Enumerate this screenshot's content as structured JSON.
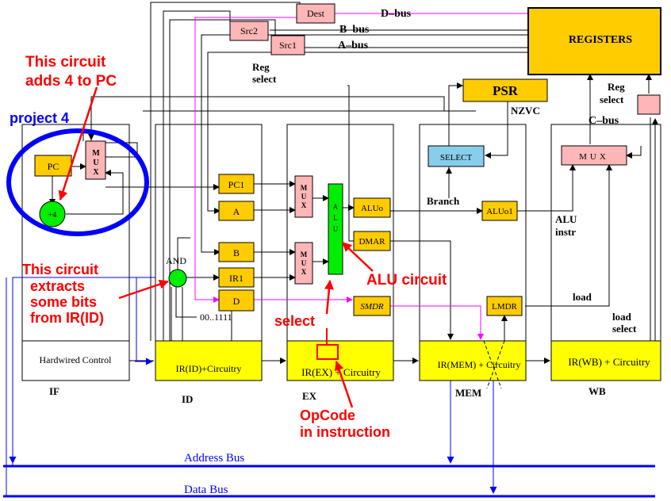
{
  "registers": "REGISTERS",
  "dest": "Dest",
  "src1": "Src1",
  "src2": "Src2",
  "d_bus": "D–bus",
  "b_bus": "B–bus",
  "a_bus": "A–bus",
  "reg_select_top": "Reg",
  "reg_select_bottom": "select",
  "psr": "PSR",
  "nzvc": "NZVC",
  "reg_select_wb_top": "Reg",
  "reg_select_wb_bottom": "select",
  "c_bus": "C–bus",
  "select_box": "SELECT",
  "branch": "Branch",
  "alu_instr_top": "ALU",
  "alu_instr_bottom": "instr",
  "load": "load",
  "load_select_top": "load",
  "load_select_bottom": "select",
  "pc": "PC",
  "plus4": "+4",
  "mux": "MUX",
  "pc1": "PC1",
  "reg_a": "A",
  "reg_b": "B",
  "ir1": "IR1",
  "reg_d": "D",
  "and": "AND",
  "bits": "00..1111",
  "alu": "ALU",
  "aluo": "ALUo",
  "dmar": "DMAR",
  "smdr": "SMDR",
  "aluo1": "ALUo1",
  "lmdr": "LMDR",
  "hardwired": "Hardwired Control",
  "ir_id": "IR(ID)+Circuitry",
  "ir_ex": "IR(EX) + Circuitry",
  "ir_mem": "IR(MEM) + Circuitry",
  "ir_wb": "IR(WB) + Circuitry",
  "stage_if": "IF",
  "stage_id": "ID",
  "stage_ex": "EX",
  "stage_mem": "MEM",
  "stage_wb": "WB",
  "address_bus": "Address Bus",
  "data_bus": "Data Bus",
  "ann_adds_line1": "This circuit",
  "ann_adds_line2": "adds 4 to PC",
  "ann_project": "project 4",
  "ann_extract_line1": "This circuit",
  "ann_extract_line2": "extracts",
  "ann_extract_line3": "some bits",
  "ann_extract_line4": "from IR(ID)",
  "ann_alu_circuit": "ALU circuit",
  "ann_select": "select",
  "ann_opcode_line1": "OpCode",
  "ann_opcode_line2": "in instruction",
  "colors": {
    "yellow": "#FFFF00",
    "gold": "#FFCC00",
    "pink": "#FFB6B6",
    "green": "#00EE00",
    "blue_box": "#87CEEB",
    "annotation_red": "#FF0000",
    "bus_blue": "#0000FF",
    "magenta": "#FF00FF"
  }
}
